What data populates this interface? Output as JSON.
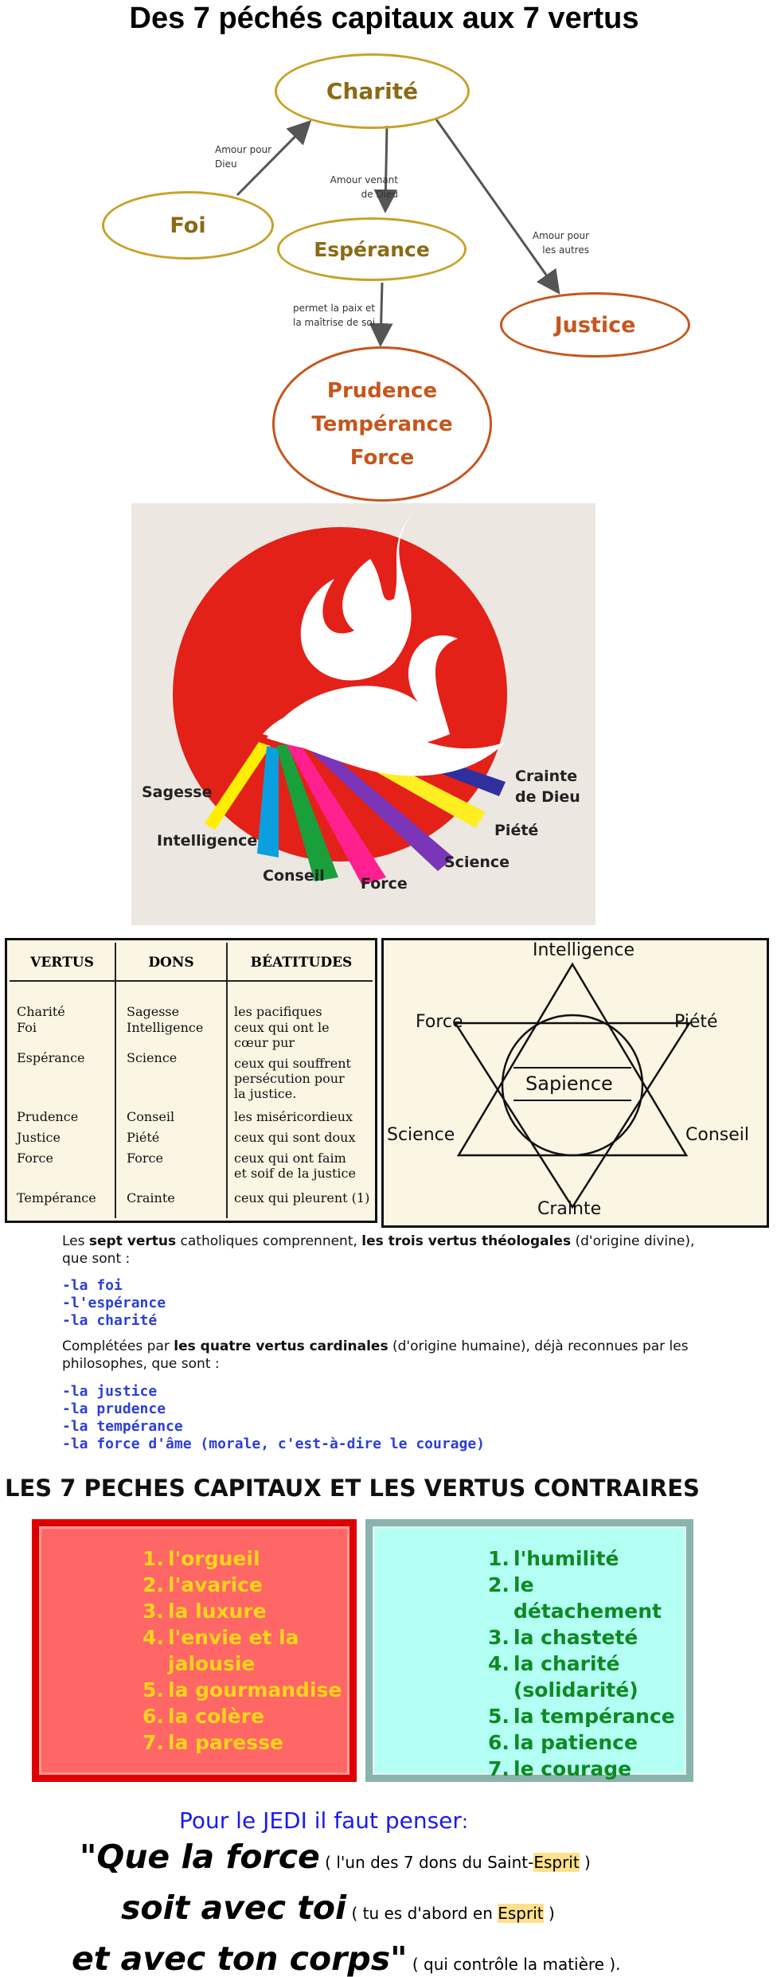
{
  "page_title": "Des 7 péchés capitaux aux 7 vertus",
  "diagram": {
    "nodes": {
      "charite": "Charité",
      "foi": "Foi",
      "esperance": "Espérance",
      "justice": "Justice",
      "prudence": "Prudence",
      "temperance": "Tempérance",
      "force": "Force"
    },
    "edges": {
      "foi_charite": [
        "Amour pour",
        "Dieu"
      ],
      "charite_esperance": [
        "Amour venant",
        "de Dieu"
      ],
      "charite_justice": [
        "Amour pour",
        "les autres"
      ],
      "esperance_bottom": [
        "permet la paix et",
        "la maîtrise de soi"
      ]
    },
    "colors": {
      "gold": "#c6a22a",
      "orange": "#c6561c"
    }
  },
  "gifts": {
    "sagesse": "Sagesse",
    "intelligence": "Intelligence",
    "conseil": "Conseil",
    "force": "Force",
    "science": "Science",
    "piete": "Piété",
    "crainte": [
      "Crainte",
      "de Dieu"
    ]
  },
  "table": {
    "headers": [
      "VERTUS",
      "DONS",
      "BÉATITUDES"
    ],
    "rows": [
      {
        "vertu": "Charité",
        "don": "Sagesse",
        "beatitude": [
          "les pacifiques"
        ]
      },
      {
        "vertu": "Foi",
        "don": "Intelligence",
        "beatitude": [
          "ceux qui ont le",
          "cœur pur"
        ]
      },
      {
        "vertu": "Espérance",
        "don": "Science",
        "beatitude": [
          "ceux qui souffrent",
          "persécution pour",
          "la justice."
        ]
      },
      {
        "vertu": "Prudence",
        "don": "Conseil",
        "beatitude": [
          "les miséricordieux"
        ]
      },
      {
        "vertu": "Justice",
        "don": "Piété",
        "beatitude": [
          "ceux qui sont doux"
        ]
      },
      {
        "vertu": "Force",
        "don": "Force",
        "beatitude": [
          "ceux qui ont faim",
          "et soif de la justice"
        ]
      },
      {
        "vertu": "Tempérance",
        "don": "Crainte",
        "beatitude": [
          "ceux qui pleurent (1)"
        ]
      }
    ]
  },
  "star": {
    "top": "Intelligence",
    "left_top": "Force",
    "right_top": "Piété",
    "center": "Sapience",
    "left_bottom": "Science",
    "right_bottom": "Conseil",
    "bottom": "Crainte"
  },
  "paragraph1": {
    "p1": "Les ",
    "b1": "sept vertus",
    "p2": " catholiques comprennent, ",
    "b2": "les trois vertus théologales",
    "p3": " (d'origine divine), que sont :"
  },
  "theological": [
    "-la foi",
    "-l'espérance",
    "-la charité"
  ],
  "paragraph2": {
    "p1": "Complétées par ",
    "b1": "les quatre vertus cardinales",
    "p2": " (d'origine humaine), déjà reconnues par les philosophes, que sont :"
  },
  "cardinal": [
    "-la justice",
    "-la prudence",
    "-la tempérance",
    "-la force d'âme (morale, c'est-à-dire le courage)"
  ],
  "section_heading": "LES 7 PECHES CAPITAUX ET LES VERTUS CONTRAIRES",
  "sins": [
    {
      "n": "1.",
      "t": "l'orgueil"
    },
    {
      "n": "2.",
      "t": "l'avarice"
    },
    {
      "n": "3.",
      "t": "la luxure"
    },
    {
      "n": "4.",
      "t": "l'envie et la jalousie"
    },
    {
      "n": "5.",
      "t": "la gourmandise"
    },
    {
      "n": "6.",
      "t": "la colère"
    },
    {
      "n": "7.",
      "t": "la paresse"
    }
  ],
  "virtues": [
    {
      "n": "1.",
      "t": "l'humilité"
    },
    {
      "n": "2.",
      "t": "le détachement"
    },
    {
      "n": "3.",
      "t": "la chasteté"
    },
    {
      "n": "4.",
      "t": "la charité (solidarité)"
    },
    {
      "n": "5.",
      "t": "la tempérance"
    },
    {
      "n": "6.",
      "t": "la patience"
    },
    {
      "n": "7.",
      "t": "le courage"
    }
  ],
  "jedi": {
    "text": "Pour le JEDI il faut penser",
    "colon": ":"
  },
  "quote": {
    "l1_big": "\"Que la force",
    "l1_a": " ( l'un des 7 dons du Saint-",
    "l1_hl": "Esprit",
    "l1_b": " )",
    "l2_big": "soit avec toi",
    "l2_a": " ( tu es d'abord en ",
    "l2_hl": "Esprit",
    "l2_b": " )",
    "l3_big": "et avec ton corps\"",
    "l3_a": " ( qui contrôle la matière )."
  }
}
